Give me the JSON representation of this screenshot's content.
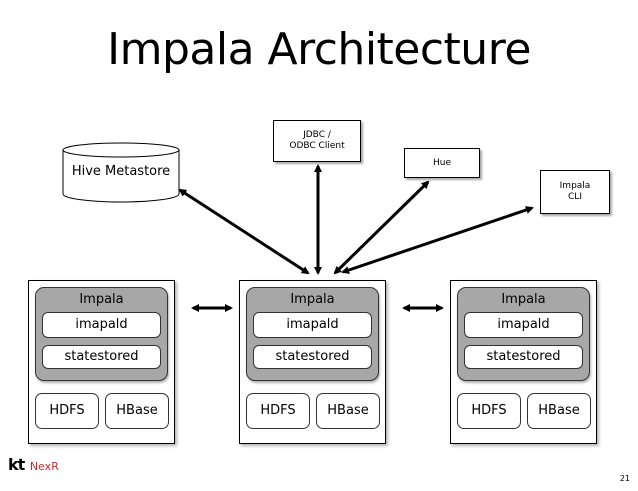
{
  "title": "Impala Architecture",
  "metastore": {
    "label": "Hive Metastore"
  },
  "clients": {
    "jdbc": {
      "line1": "JDBC /",
      "line2": "ODBC Client"
    },
    "hue": "Hue",
    "cli": {
      "line1": "Impala",
      "line2": "CLI"
    }
  },
  "nodes": [
    {
      "impala": "Impala",
      "impalad": "imapald",
      "statestored": "statestored",
      "hdfs": "HDFS",
      "hbase": "HBase"
    },
    {
      "impala": "Impala",
      "impalad": "imapald",
      "statestored": "statestored",
      "hdfs": "HDFS",
      "hbase": "HBase"
    },
    {
      "impala": "Impala",
      "impalad": "imapald",
      "statestored": "statestored",
      "hdfs": "HDFS",
      "hbase": "HBase"
    }
  ],
  "logo": {
    "kt": "kt",
    "brand": "NexR"
  },
  "page_number": "21"
}
